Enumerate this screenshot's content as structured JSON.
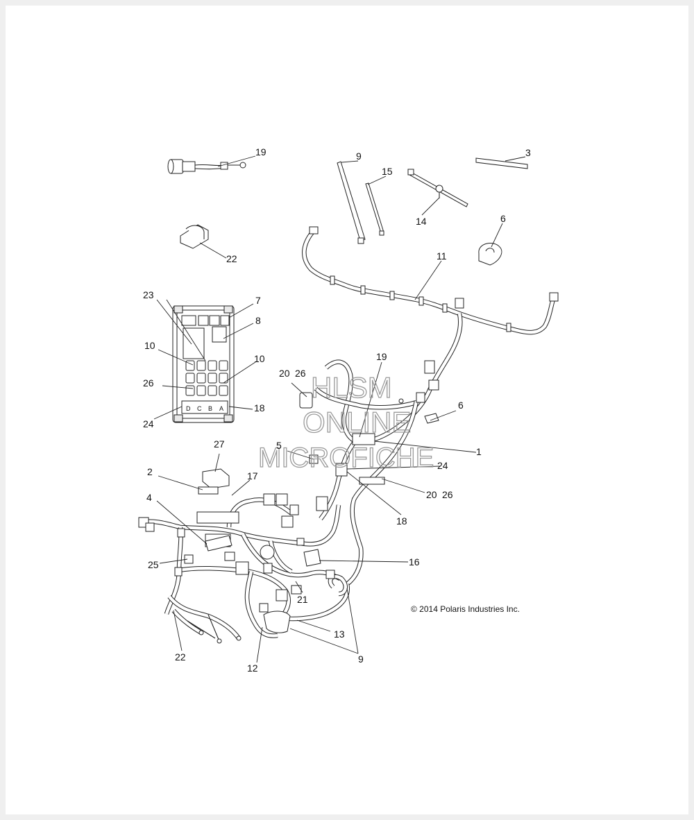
{
  "copyright": "© 2014 Polaris Industries Inc.",
  "watermark": [
    "HLSM",
    "ONLINE",
    "MICROFICHE"
  ],
  "fuse_box_letters": [
    "D",
    "C",
    "B",
    "A"
  ],
  "callouts": [
    {
      "id": "c19a",
      "text": "19"
    },
    {
      "id": "c22a",
      "text": "22"
    },
    {
      "id": "c9a",
      "text": "9"
    },
    {
      "id": "c15",
      "text": "15"
    },
    {
      "id": "c14",
      "text": "14"
    },
    {
      "id": "c3",
      "text": "3"
    },
    {
      "id": "c6a",
      "text": "6"
    },
    {
      "id": "c11",
      "text": "11"
    },
    {
      "id": "c23",
      "text": "23"
    },
    {
      "id": "c7",
      "text": "7"
    },
    {
      "id": "c8",
      "text": "8"
    },
    {
      "id": "c10a",
      "text": "10"
    },
    {
      "id": "c10b",
      "text": "10"
    },
    {
      "id": "c26a",
      "text": "26"
    },
    {
      "id": "c18a",
      "text": "18"
    },
    {
      "id": "c24a",
      "text": "24"
    },
    {
      "id": "c20a",
      "text": "20"
    },
    {
      "id": "c26b",
      "text": "26"
    },
    {
      "id": "c19b",
      "text": "19"
    },
    {
      "id": "c6b",
      "text": "6"
    },
    {
      "id": "c1",
      "text": "1"
    },
    {
      "id": "c5",
      "text": "5"
    },
    {
      "id": "c24b",
      "text": "24"
    },
    {
      "id": "c27",
      "text": "27"
    },
    {
      "id": "c2",
      "text": "2"
    },
    {
      "id": "c17",
      "text": "17"
    },
    {
      "id": "c20b",
      "text": "20"
    },
    {
      "id": "c26c",
      "text": "26"
    },
    {
      "id": "c4",
      "text": "4"
    },
    {
      "id": "c18b",
      "text": "18"
    },
    {
      "id": "c16",
      "text": "16"
    },
    {
      "id": "c25",
      "text": "25"
    },
    {
      "id": "c21",
      "text": "21"
    },
    {
      "id": "c13",
      "text": "13"
    },
    {
      "id": "c9b",
      "text": "9"
    },
    {
      "id": "c22b",
      "text": "22"
    },
    {
      "id": "c12",
      "text": "12"
    }
  ]
}
